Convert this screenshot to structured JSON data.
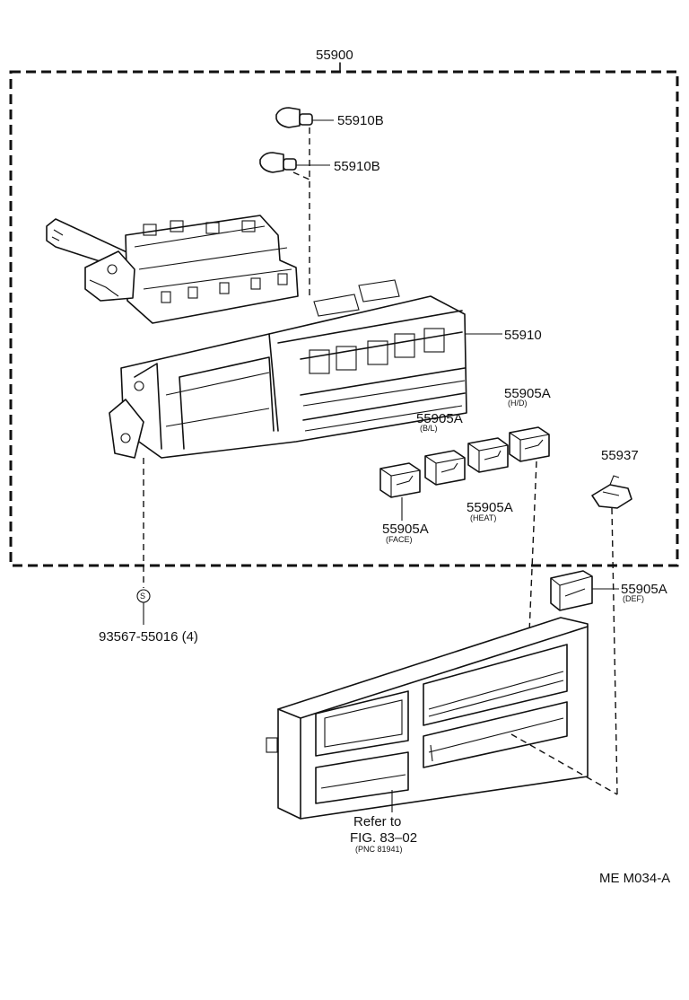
{
  "labels": {
    "assembly": "55900",
    "bulb_1": "55910B",
    "bulb_2": "55910B",
    "control": "55910",
    "knob_hd": "55905A",
    "knob_hd_sub": "(H/D)",
    "knob_bl": "55905A",
    "knob_bl_sub": "(B/L)",
    "knob_face": "55905A",
    "knob_face_sub": "(FACE)",
    "knob_heat": "55905A",
    "knob_heat_sub": "(HEAT)",
    "clip": "55937",
    "knob_def": "55905A",
    "knob_def_sub": "(DEF)",
    "screw": "93567-55016 (4)",
    "screw_symbol": "S",
    "refer_line1": "Refer to",
    "refer_line2": "FIG. 83–02",
    "refer_line3": "(PNC 81941)",
    "figure_code": "ME M034-A"
  }
}
